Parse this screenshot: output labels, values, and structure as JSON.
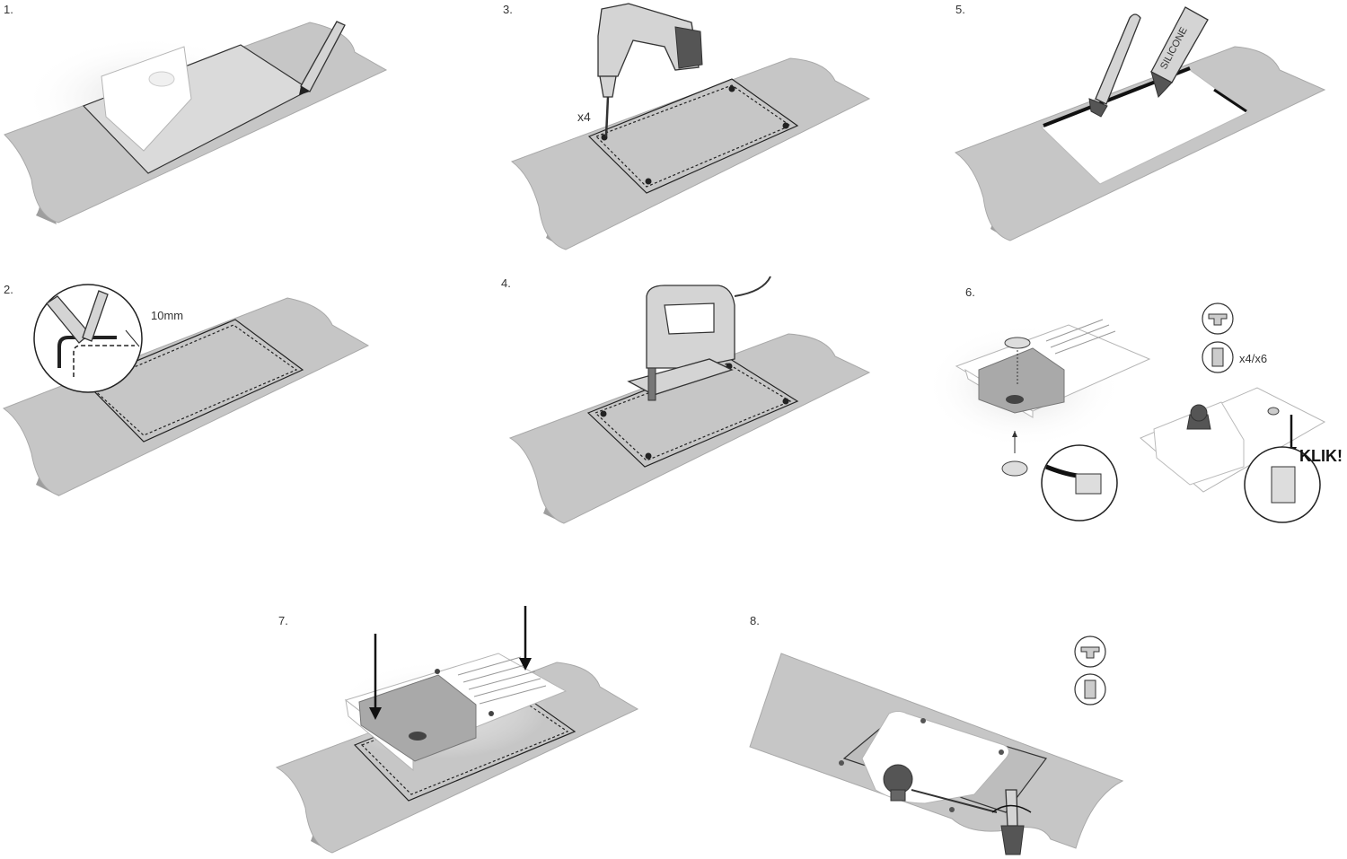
{
  "steps": [
    {
      "number": "1."
    },
    {
      "number": "2.",
      "annotation": "10mm"
    },
    {
      "number": "3.",
      "annotation": "x4"
    },
    {
      "number": "4."
    },
    {
      "number": "5.",
      "tube_label": "SILICONE"
    },
    {
      "number": "6.",
      "clip_count": "x4/x6",
      "click_label": "KLIK!"
    },
    {
      "number": "7."
    },
    {
      "number": "8."
    }
  ],
  "icons": {
    "clip_short": "clip-short-icon",
    "clip_long": "clip-long-icon"
  },
  "colors": {
    "countertop": "#c6c6c6",
    "edge": "#9e9e9e",
    "sink": "#ffffff",
    "outline": "#222222"
  }
}
